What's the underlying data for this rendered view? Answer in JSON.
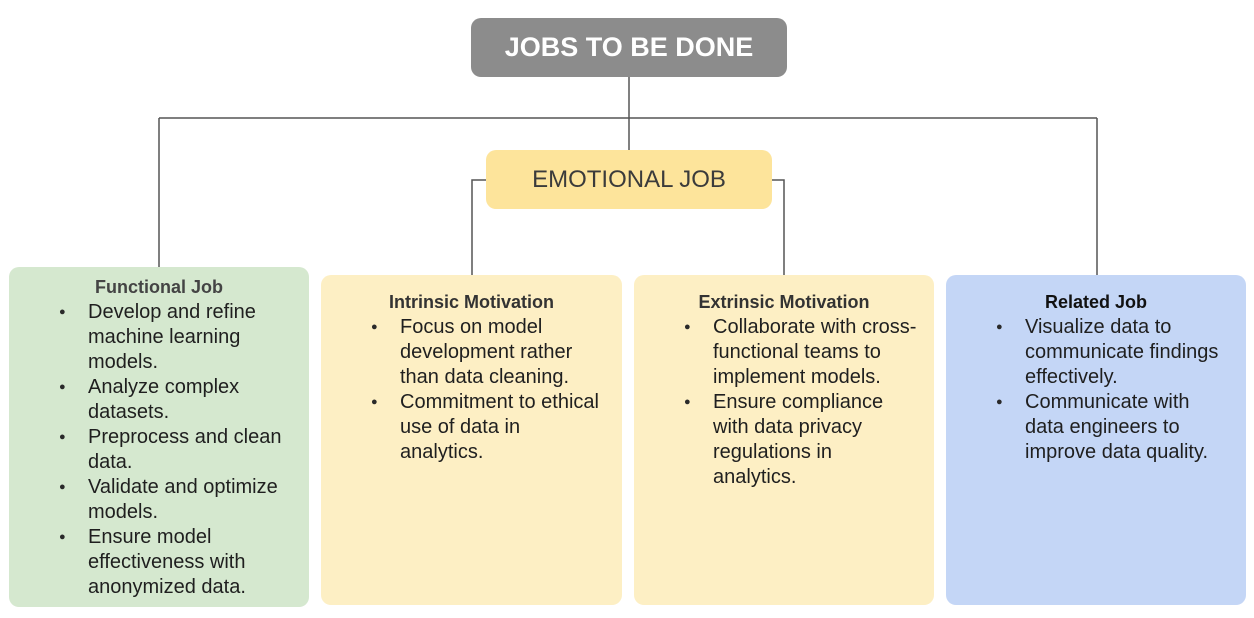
{
  "title": "JOBS TO BE DONE",
  "emotional_job": "EMOTIONAL JOB",
  "functional": {
    "heading": "Functional Job",
    "items": [
      "Develop and refine machine learning models.",
      "Analyze complex datasets.",
      "Preprocess and clean data.",
      "Validate and optimize models.",
      "Ensure model effectiveness with anonymized data."
    ]
  },
  "intrinsic": {
    "heading": "Intrinsic Motivation",
    "items": [
      "Focus on model development rather than data cleaning.",
      "Commitment to ethical use of data in analytics."
    ]
  },
  "extrinsic": {
    "heading": "Extrinsic Motivation",
    "items": [
      "Collaborate with cross-functional teams to implement models.",
      "Ensure compliance with data privacy regulations in analytics."
    ]
  },
  "related": {
    "heading": "Related Job",
    "items": [
      "Visualize data to communicate findings effectively.",
      "Communicate with data engineers to improve data quality."
    ]
  },
  "colors": {
    "root": "#8c8c8c",
    "emotional": "#fde49b",
    "functional": "#d5e8cf",
    "motivation": "#fdefc4",
    "related": "#c4d6f6",
    "connector": "#555555"
  }
}
